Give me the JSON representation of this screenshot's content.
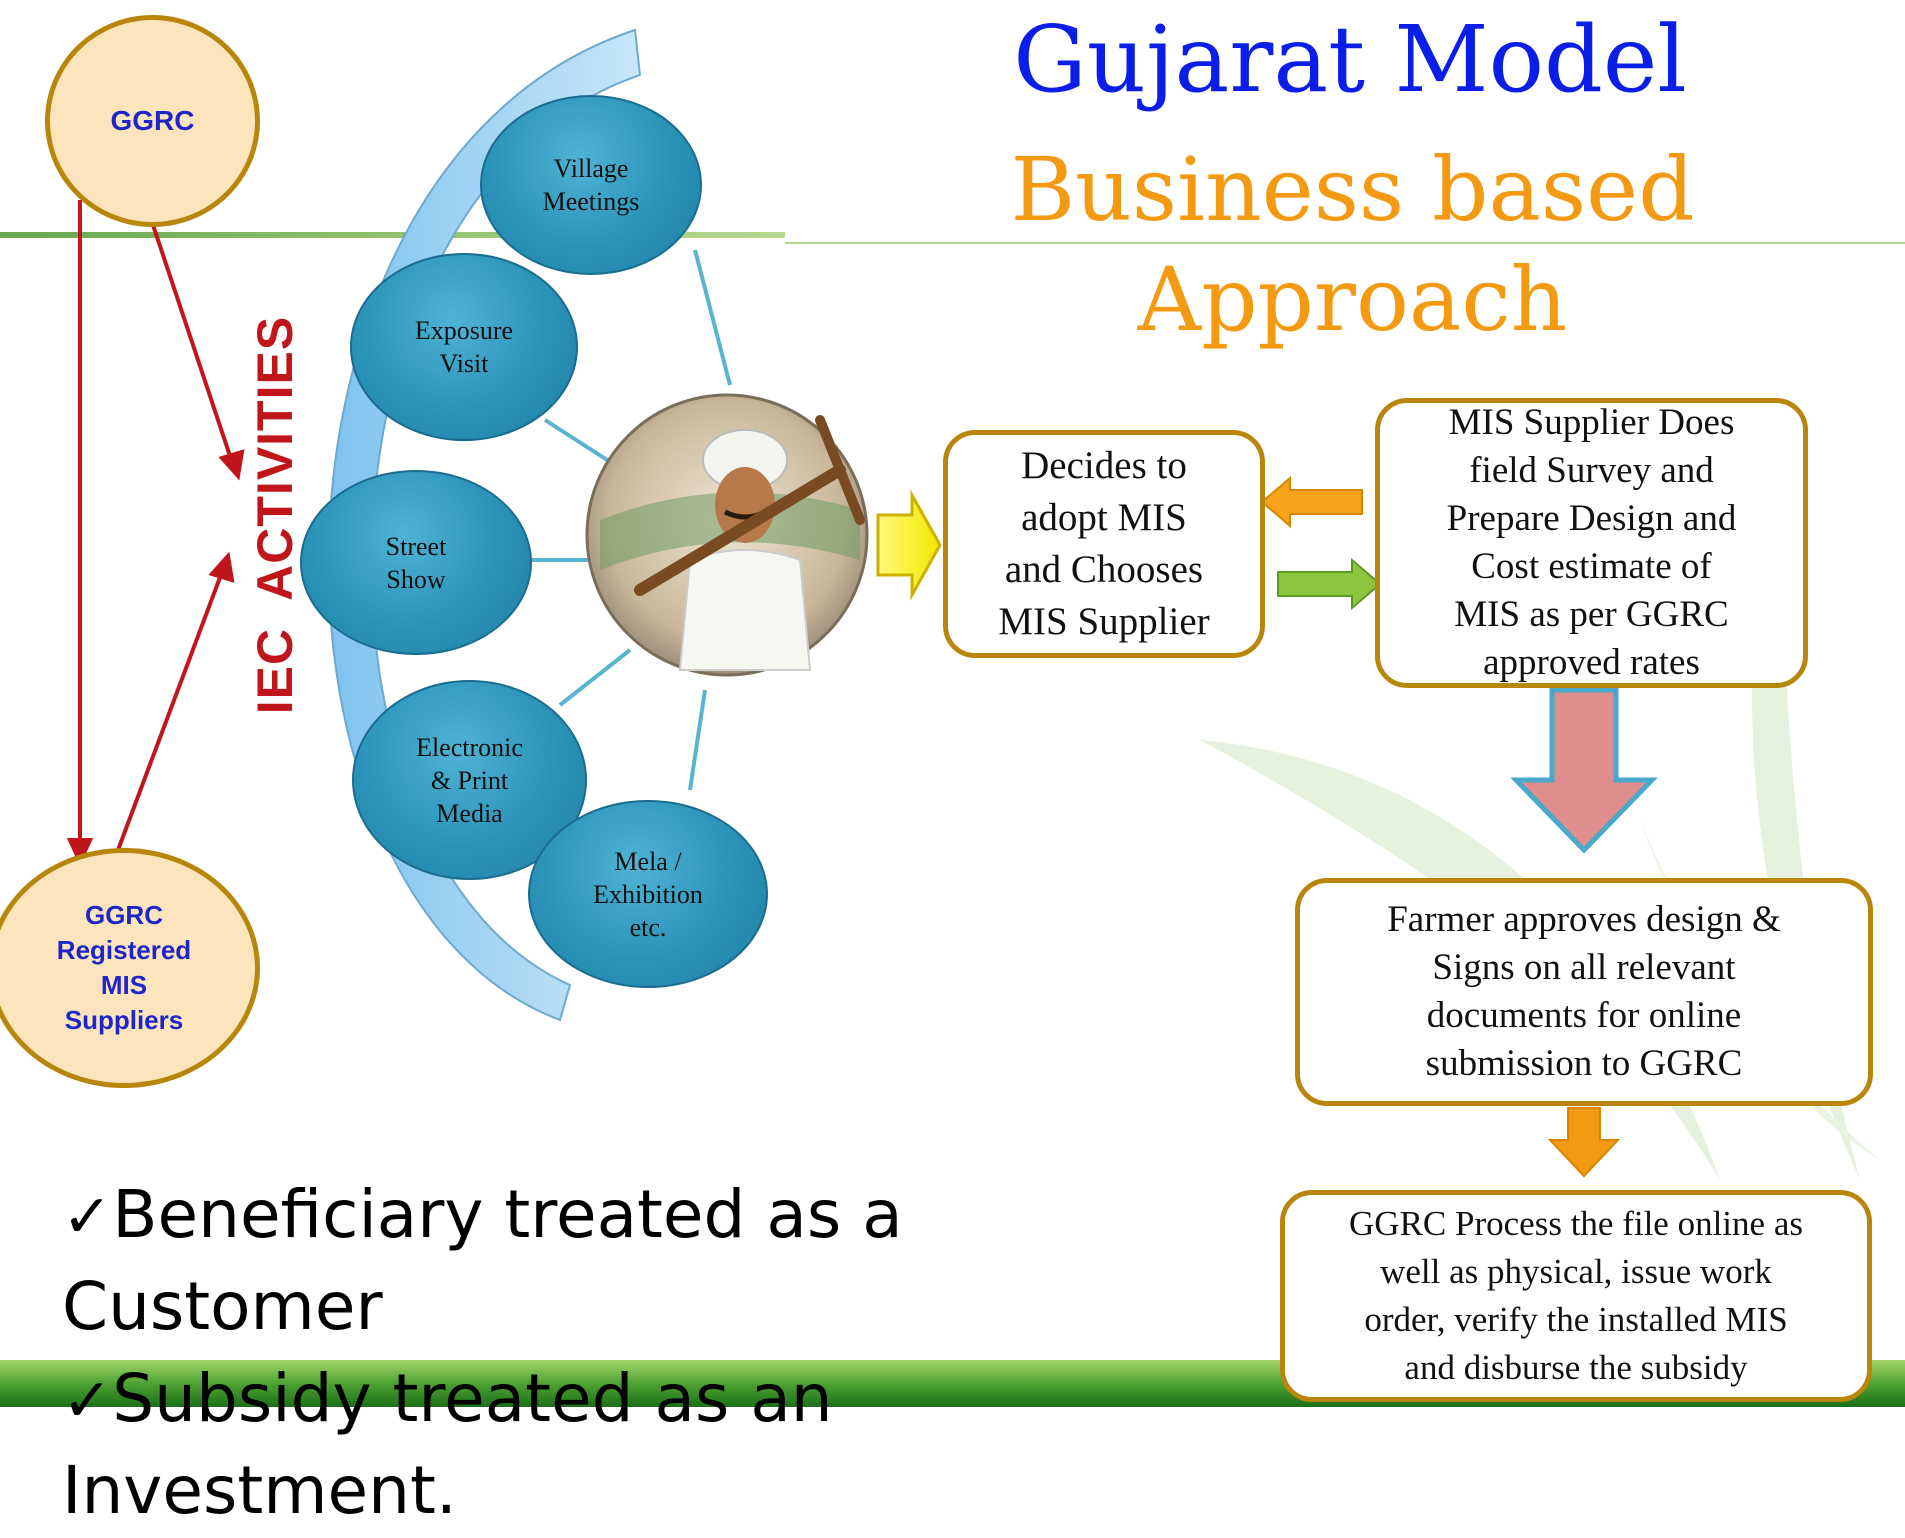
{
  "title": {
    "main": "Gujarat Model",
    "sub": "Business based Approach"
  },
  "left_circles": {
    "top": "GGRC",
    "bottom": [
      "GGRC",
      "Registered",
      "MIS",
      "Suppliers"
    ]
  },
  "arc_label": "IEC ACTIVITIES",
  "iec_activities": [
    [
      "Village",
      "Meetings"
    ],
    [
      "Exposure",
      "Visit"
    ],
    [
      "Street",
      "Show"
    ],
    [
      "Electronic",
      "& Print",
      "Media"
    ],
    [
      "Mela /",
      "Exhibition",
      "etc."
    ]
  ],
  "process": {
    "decide": [
      "Decides to",
      "adopt MIS",
      "and Chooses",
      "MIS Supplier"
    ],
    "survey": [
      "MIS Supplier Does",
      "field Survey and",
      "Prepare Design and",
      "Cost estimate of",
      "MIS as per GGRC",
      "approved rates"
    ],
    "approve": [
      "Farmer approves design &",
      "Signs on all relevant",
      "documents for online",
      "submission to GGRC"
    ],
    "process": [
      "GGRC Process the file online as",
      "well as physical, issue work",
      "order, verify the installed MIS",
      "and disburse the subsidy"
    ]
  },
  "takeaways": [
    "Beneficiary treated as a Customer",
    "Subsidy treated as an Investment."
  ],
  "colors": {
    "title_blue": "#0a1ee8",
    "title_orange": "#f39a12",
    "bubble_blue": "#2a93b8",
    "box_border": "#b8860b",
    "arrow_red": "#c0161b",
    "footer_green": "#2e8b1f"
  }
}
